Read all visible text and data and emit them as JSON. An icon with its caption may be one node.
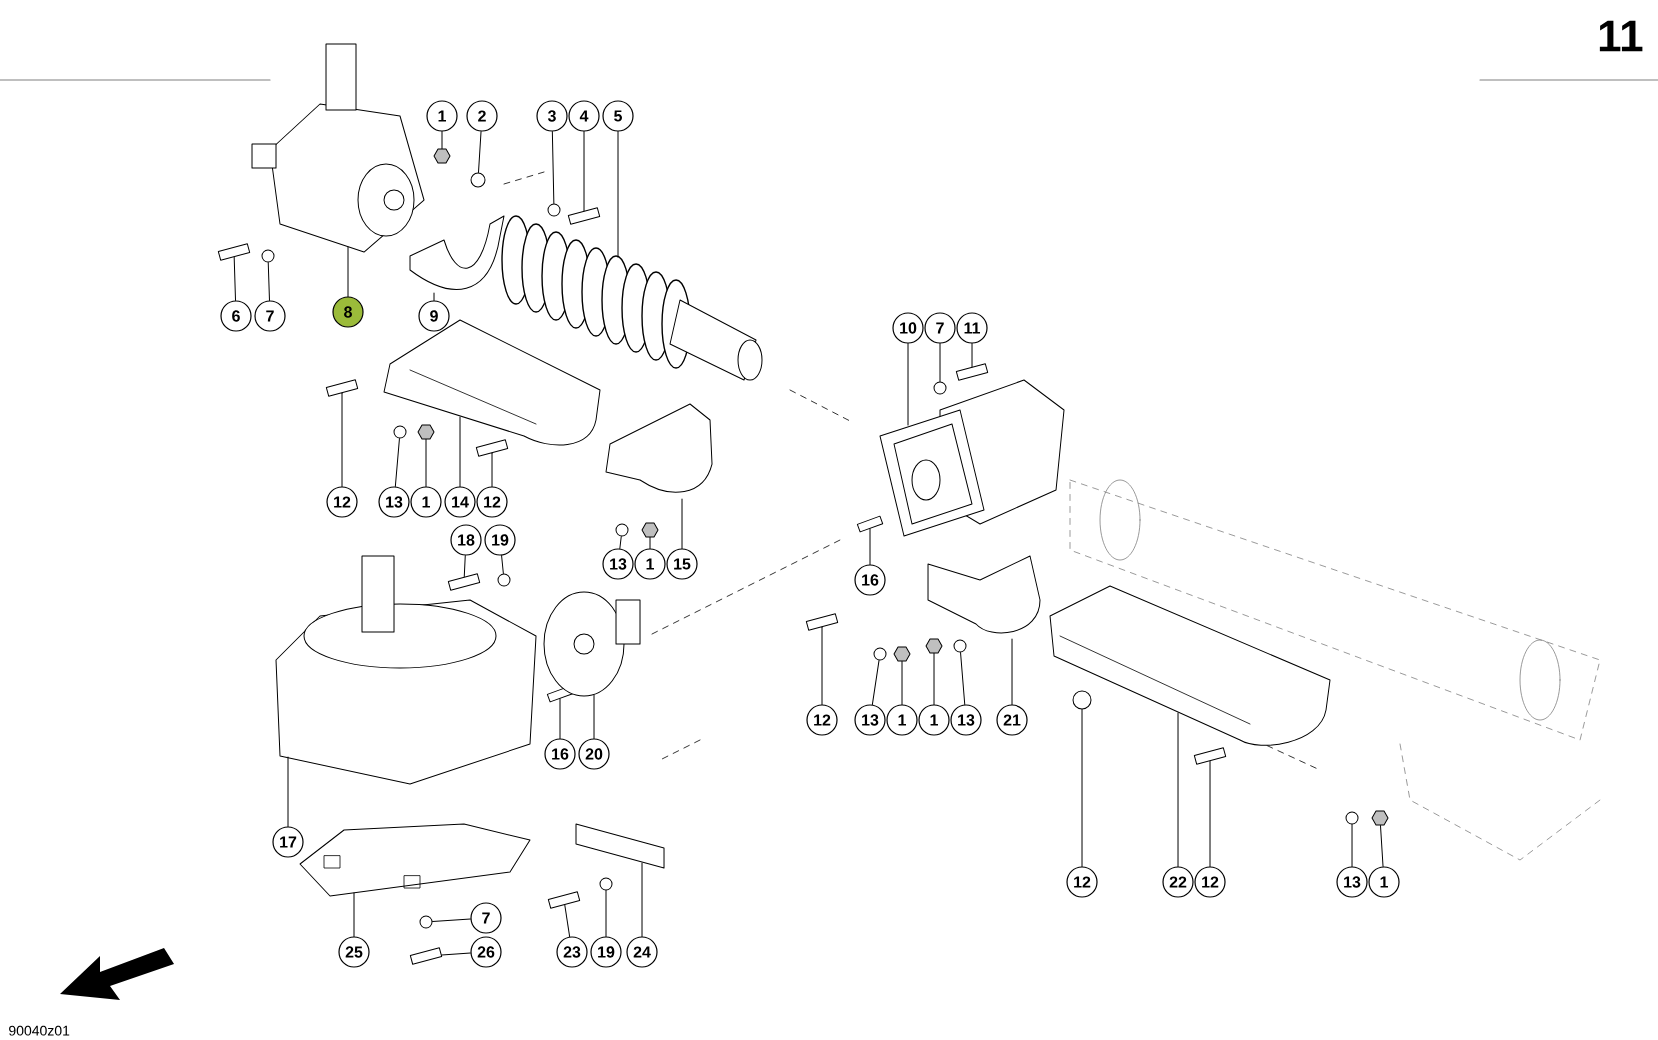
{
  "diagram": {
    "nodes": [
      {
        "text": [
          "1"
        ]
      },
      {
        "text": [
          "2"
        ]
      },
      {
        "text": [
          "3"
        ]
      },
      {
        "text": [
          "4"
        ]
      },
      {
        "text": [
          "5"
        ]
      },
      {
        "text": [
          "6"
        ]
      },
      {
        "text": [
          "7"
        ]
      },
      {
        "text": [
          "8"
        ]
      },
      {
        "text": [
          "9"
        ]
      },
      {
        "text": [
          "10"
        ]
      },
      {
        "text": [
          "7"
        ]
      },
      {
        "text": [
          "11"
        ]
      },
      {
        "text": [
          "12"
        ]
      },
      {
        "text": [
          "13"
        ]
      },
      {
        "text": [
          "1"
        ]
      },
      {
        "text": [
          "14"
        ]
      },
      {
        "text": [
          "12"
        ]
      },
      {
        "text": [
          "18"
        ]
      },
      {
        "text": [
          "19"
        ]
      },
      {
        "text": [
          "13"
        ]
      },
      {
        "text": [
          "1"
        ]
      },
      {
        "text": [
          "15"
        ]
      },
      {
        "text": [
          "16"
        ]
      },
      {
        "text": [
          "12"
        ]
      },
      {
        "text": [
          "13"
        ]
      },
      {
        "text": [
          "1"
        ]
      },
      {
        "text": [
          "1"
        ]
      },
      {
        "text": [
          "13"
        ]
      },
      {
        "text": [
          "21"
        ]
      },
      {
        "text": [
          "16"
        ]
      },
      {
        "text": [
          "20"
        ]
      },
      {
        "text": [
          "17"
        ]
      },
      {
        "text": [
          "12"
        ]
      },
      {
        "text": [
          "22"
        ]
      },
      {
        "text": [
          "12"
        ]
      },
      {
        "text": [
          "13"
        ]
      },
      {
        "text": [
          "1"
        ]
      },
      {
        "text": [
          "7"
        ]
      },
      {
        "text": [
          "25"
        ]
      },
      {
        "text": [
          "26"
        ]
      },
      {
        "text": [
          "23"
        ]
      },
      {
        "text": [
          "19"
        ]
      },
      {
        "text": [
          "24"
        ]
      },
      {
        "text": [],
        "shape": "hexagon"
      },
      {
        "text": [],
        "shape": "circle"
      },
      {
        "text": [],
        "shape": "circle"
      },
      {
        "text": [],
        "shape": "box"
      },
      {
        "text": [],
        "shape": "picture"
      },
      {
        "text": [],
        "shape": "box"
      },
      {
        "text": [],
        "shape": "circle"
      },
      {
        "text": [],
        "shape": "picture"
      },
      {
        "text": [],
        "shape": "picture"
      },
      {
        "text": [],
        "shape": "picture"
      },
      {
        "text": [],
        "shape": "circle"
      },
      {
        "text": [],
        "shape": "box"
      },
      {
        "text": [],
        "shape": "box"
      },
      {
        "text": [],
        "shape": "circle"
      },
      {
        "text": [],
        "shape": "hexagon"
      },
      {
        "text": [],
        "shape": "picture"
      },
      {
        "text": [],
        "shape": "box"
      },
      {
        "text": [],
        "shape": "box"
      },
      {
        "text": [],
        "shape": "circle"
      },
      {
        "text": [],
        "shape": "circle"
      },
      {
        "text": [],
        "shape": "hexagon"
      },
      {
        "text": [],
        "shape": "picture"
      },
      {
        "text": [],
        "shape": "box"
      },
      {
        "text": [],
        "shape": "box"
      },
      {
        "text": [],
        "shape": "circle"
      },
      {
        "text": [],
        "shape": "hexagon"
      },
      {
        "text": [],
        "shape": "hexagon"
      },
      {
        "text": [],
        "shape": "circle"
      },
      {
        "text": [],
        "shape": "picture"
      },
      {
        "text": [],
        "shape": "box"
      },
      {
        "text": [],
        "shape": "picture"
      },
      {
        "text": [],
        "shape": "picture"
      },
      {
        "text": [],
        "shape": "circle"
      },
      {
        "text": [],
        "shape": "picture"
      },
      {
        "text": [],
        "shape": "box"
      },
      {
        "text": [],
        "shape": "circle"
      },
      {
        "text": [],
        "shape": "hexagon"
      },
      {
        "text": [],
        "shape": "circle"
      },
      {
        "text": [],
        "shape": "picture"
      },
      {
        "text": [],
        "shape": "box"
      },
      {
        "text": [],
        "shape": "box"
      },
      {
        "text": [],
        "shape": "circle"
      },
      {
        "text": [],
        "shape": "picture"
      }
    ],
    "edges": [
      {
        "from": 0,
        "to": 43,
        "arrow": "none"
      },
      {
        "from": 1,
        "to": 44,
        "arrow": "none"
      },
      {
        "from": 2,
        "to": 45,
        "arrow": "none"
      },
      {
        "from": 3,
        "to": 46,
        "arrow": "none"
      },
      {
        "from": 4,
        "to": 47,
        "arrow": "none"
      },
      {
        "from": 5,
        "to": 48,
        "arrow": "none"
      },
      {
        "from": 6,
        "to": 49,
        "arrow": "none"
      },
      {
        "from": 7,
        "to": 50,
        "arrow": "none"
      },
      {
        "from": 8,
        "to": 51,
        "arrow": "none"
      },
      {
        "from": 9,
        "to": 52,
        "arrow": "none"
      },
      {
        "from": 10,
        "to": 53,
        "arrow": "none"
      },
      {
        "from": 11,
        "to": 54,
        "arrow": "none"
      },
      {
        "from": 12,
        "to": 55,
        "arrow": "none"
      },
      {
        "from": 13,
        "to": 56,
        "arrow": "none"
      },
      {
        "from": 14,
        "to": 57,
        "arrow": "none"
      },
      {
        "from": 15,
        "to": 58,
        "arrow": "none"
      },
      {
        "from": 16,
        "to": 59,
        "arrow": "none"
      },
      {
        "from": 17,
        "to": 60,
        "arrow": "none"
      },
      {
        "from": 18,
        "to": 61,
        "arrow": "none"
      },
      {
        "from": 19,
        "to": 62,
        "arrow": "none"
      },
      {
        "from": 20,
        "to": 63,
        "arrow": "none"
      },
      {
        "from": 21,
        "to": 64,
        "arrow": "none"
      },
      {
        "from": 22,
        "to": 65,
        "arrow": "none"
      },
      {
        "from": 23,
        "to": 66,
        "arrow": "none"
      },
      {
        "from": 24,
        "to": 67,
        "arrow": "none"
      },
      {
        "from": 25,
        "to": 68,
        "arrow": "none"
      },
      {
        "from": 26,
        "to": 69,
        "arrow": "none"
      },
      {
        "from": 27,
        "to": 70,
        "arrow": "none"
      },
      {
        "from": 28,
        "to": 71,
        "arrow": "none"
      },
      {
        "from": 29,
        "to": 72,
        "arrow": "none"
      },
      {
        "from": 30,
        "to": 73,
        "arrow": "none"
      },
      {
        "from": 31,
        "to": 74,
        "arrow": "none"
      },
      {
        "from": 32,
        "to": 75,
        "arrow": "none"
      },
      {
        "from": 33,
        "to": 76,
        "arrow": "none"
      },
      {
        "from": 34,
        "to": 77,
        "arrow": "none"
      },
      {
        "from": 35,
        "to": 78,
        "arrow": "none"
      },
      {
        "from": 36,
        "to": 79,
        "arrow": "none"
      },
      {
        "from": 37,
        "to": 80,
        "arrow": "none"
      },
      {
        "from": 38,
        "to": 81,
        "arrow": "none"
      },
      {
        "from": 39,
        "to": 82,
        "arrow": "none"
      },
      {
        "from": 40,
        "to": 83,
        "arrow": "none"
      },
      {
        "from": 41,
        "to": 84,
        "arrow": "none"
      },
      {
        "from": 42,
        "to": 85,
        "arrow": "none"
      }
    ],
    "labels": [
      "11",
      "90040z01"
    ]
  }
}
